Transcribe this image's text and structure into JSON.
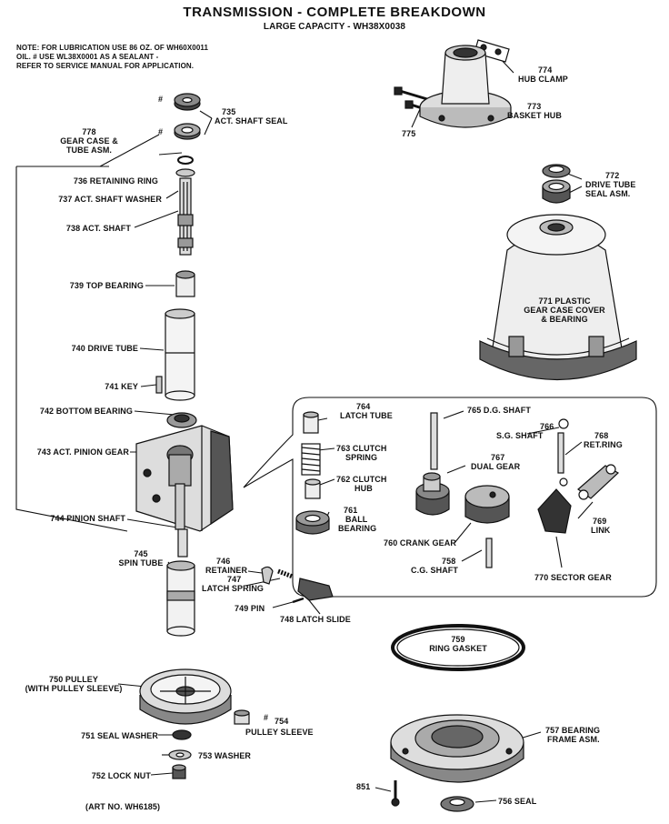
{
  "header": {
    "title": "TRANSMISSION - COMPLETE BREAKDOWN",
    "subtitle": "LARGE CAPACITY - WH38X0038"
  },
  "note": {
    "line1": "NOTE: FOR LUBRICATION USE 86 OZ. OF WH60X0011",
    "line2": "OIL. # USE WL38X0001 AS A SEALANT -",
    "line3": "REFER TO SERVICE MANUAL FOR APPLICATION."
  },
  "labels": {
    "p774": "774",
    "p774_name": "HUB CLAMP",
    "p773": "773",
    "p773_name": "BASKET HUB",
    "p775": "775",
    "p772": "772",
    "p772_name1": "DRIVE TUBE",
    "p772_name2": "SEAL ASM.",
    "p771_1": "771 PLASTIC",
    "p771_2": "GEAR CASE COVER",
    "p771_3": "& BEARING",
    "p735": "735",
    "p735_name": "ACT. SHAFT SEAL",
    "hash1": "#",
    "hash2": "#",
    "p778": "778",
    "p778_name1": "GEAR CASE &",
    "p778_name2": "TUBE ASM.",
    "p736": "736 RETAINING RING",
    "p737": "737  ACT. SHAFT WASHER",
    "p738": "738 ACT. SHAFT",
    "p739": "739 TOP BEARING",
    "p740": "740 DRIVE TUBE",
    "p741": "741 KEY",
    "p742": "742 BOTTOM BEARING",
    "p743": "743 ACT. PINION GEAR",
    "p744": "744 PINION SHAFT",
    "p745": "745",
    "p745_name": "SPIN TUBE",
    "p746": "746",
    "p746_name": "RETAINER",
    "p747": "747",
    "p747_name": "LATCH SPRING",
    "p749": "749 PIN",
    "p748": "748 LATCH SLIDE",
    "p764": "764",
    "p764_name": "LATCH TUBE",
    "p763": "763 CLUTCH",
    "p763_name": "SPRING",
    "p762": "762 CLUTCH",
    "p762_name": "HUB",
    "p761": "761",
    "p761_name1": "BALL",
    "p761_name2": "BEARING",
    "p765": "765 D.G. SHAFT",
    "p767": "767",
    "p767_name": "DUAL GEAR",
    "p766": "766",
    "p766_name": "S.G. SHAFT",
    "p768": "768",
    "p768_name": "RET.RING",
    "p769": "769",
    "p769_name": "LINK",
    "p760": "760 CRANK GEAR",
    "p758": "758",
    "p758_name": "C.G. SHAFT",
    "p770": "770 SECTOR GEAR",
    "p759": "759",
    "p759_name": "RING GASKET",
    "p750": "750 PULLEY",
    "p750_name": "(WITH PULLEY SLEEVE)",
    "p754_hash": "#",
    "p754": "754",
    "p754_name": "PULLEY SLEEVE",
    "p751": "751 SEAL WASHER",
    "p753": "753 WASHER",
    "p752": "752 LOCK NUT",
    "p757": "757 BEARING",
    "p757_name": "FRAME ASM.",
    "p851": "851",
    "p756": "756 SEAL",
    "art_no": "(ART NO. WH6185)"
  }
}
